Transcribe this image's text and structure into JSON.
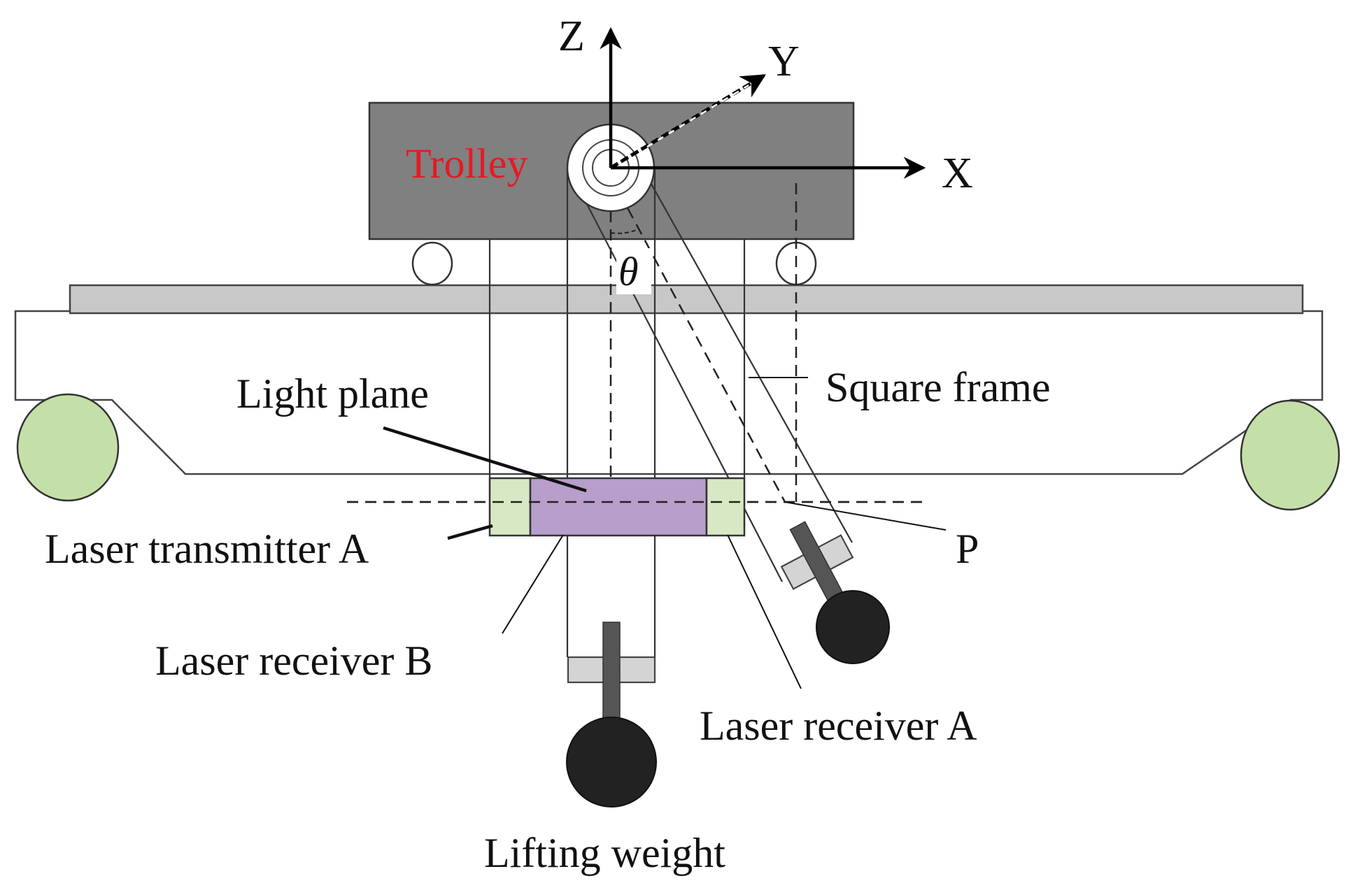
{
  "labels": {
    "axis_z": "Z",
    "axis_y": "Y",
    "axis_x": "X",
    "trolley": "Trolley",
    "theta": "θ",
    "light_plane": "Light plane",
    "square_frame": "Square frame",
    "laser_transmitter_a": "Laser transmitter A",
    "point_p": "P",
    "laser_receiver_b": "Laser receiver B",
    "laser_receiver_a": "Laser receiver A",
    "lifting_weight": "Lifting weight"
  },
  "colors": {
    "trolley_body": "#808080",
    "trolley_label": "#e31b23",
    "rail": "#c8c8c8",
    "wheel_green": "#c5dfa8",
    "light_plane": "#b79ecb",
    "laser_box": "#d8e8c4",
    "weight": "#222222",
    "clamp": "#d4d4d4"
  }
}
